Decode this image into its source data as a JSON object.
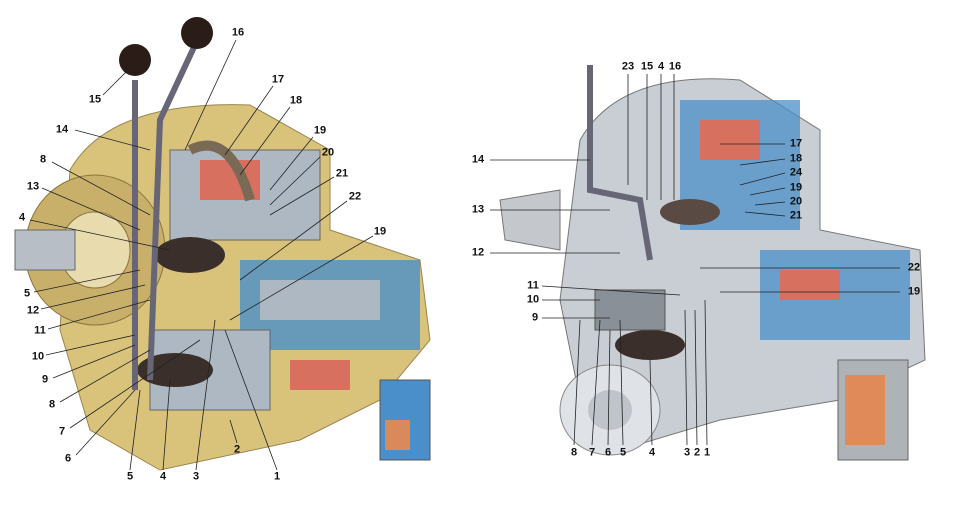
{
  "left_diagram": {
    "callouts": [
      "15",
      "16",
      "14",
      "17",
      "18",
      "8",
      "13",
      "19",
      "20",
      "21",
      "4",
      "22",
      "19",
      "5",
      "12",
      "11",
      "10",
      "9",
      "8",
      "7",
      "6",
      "5",
      "4",
      "3",
      "2",
      "1"
    ]
  },
  "right_diagram": {
    "callouts": [
      "23",
      "15",
      "4",
      "16",
      "14",
      "17",
      "18",
      "24",
      "19",
      "20",
      "21",
      "13",
      "12",
      "22",
      "11",
      "10",
      "19",
      "9",
      "8",
      "7",
      "6",
      "5",
      "4",
      "3",
      "2",
      "1"
    ]
  },
  "colors": {
    "housing": "#d9c27a",
    "steel": "#aeb8c2",
    "cut_blue": "#4a8fc9",
    "cut_red": "#d87060",
    "boot": "#3a2f2a",
    "knob": "#2a1c16"
  }
}
